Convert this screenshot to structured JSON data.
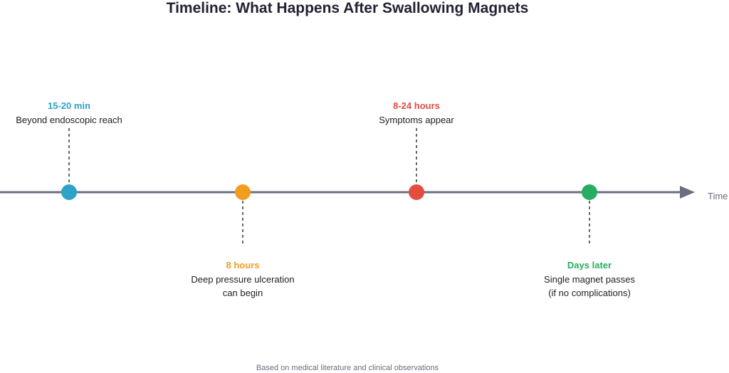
{
  "title": "Timeline: What Happens After Swallowing Magnets",
  "axis_label": "Time",
  "footer": "Based on medical literature and clinical observations",
  "colors": {
    "axis": "#6b6e80",
    "connector": "#666666"
  },
  "events": [
    {
      "time": "15-20 min",
      "lines": [
        "Beyond endoscopic reach"
      ],
      "position": "above",
      "color": "#2ea2c9"
    },
    {
      "time": "8 hours",
      "lines": [
        "Deep pressure ulceration",
        "can begin"
      ],
      "position": "below",
      "color": "#f29d1e"
    },
    {
      "time": "8-24 hours",
      "lines": [
        "Symptoms appear"
      ],
      "position": "above",
      "color": "#e34c3f"
    },
    {
      "time": "Days later",
      "lines": [
        "Single magnet passes",
        "(if no complications)"
      ],
      "position": "below",
      "color": "#27ad5f"
    }
  ]
}
